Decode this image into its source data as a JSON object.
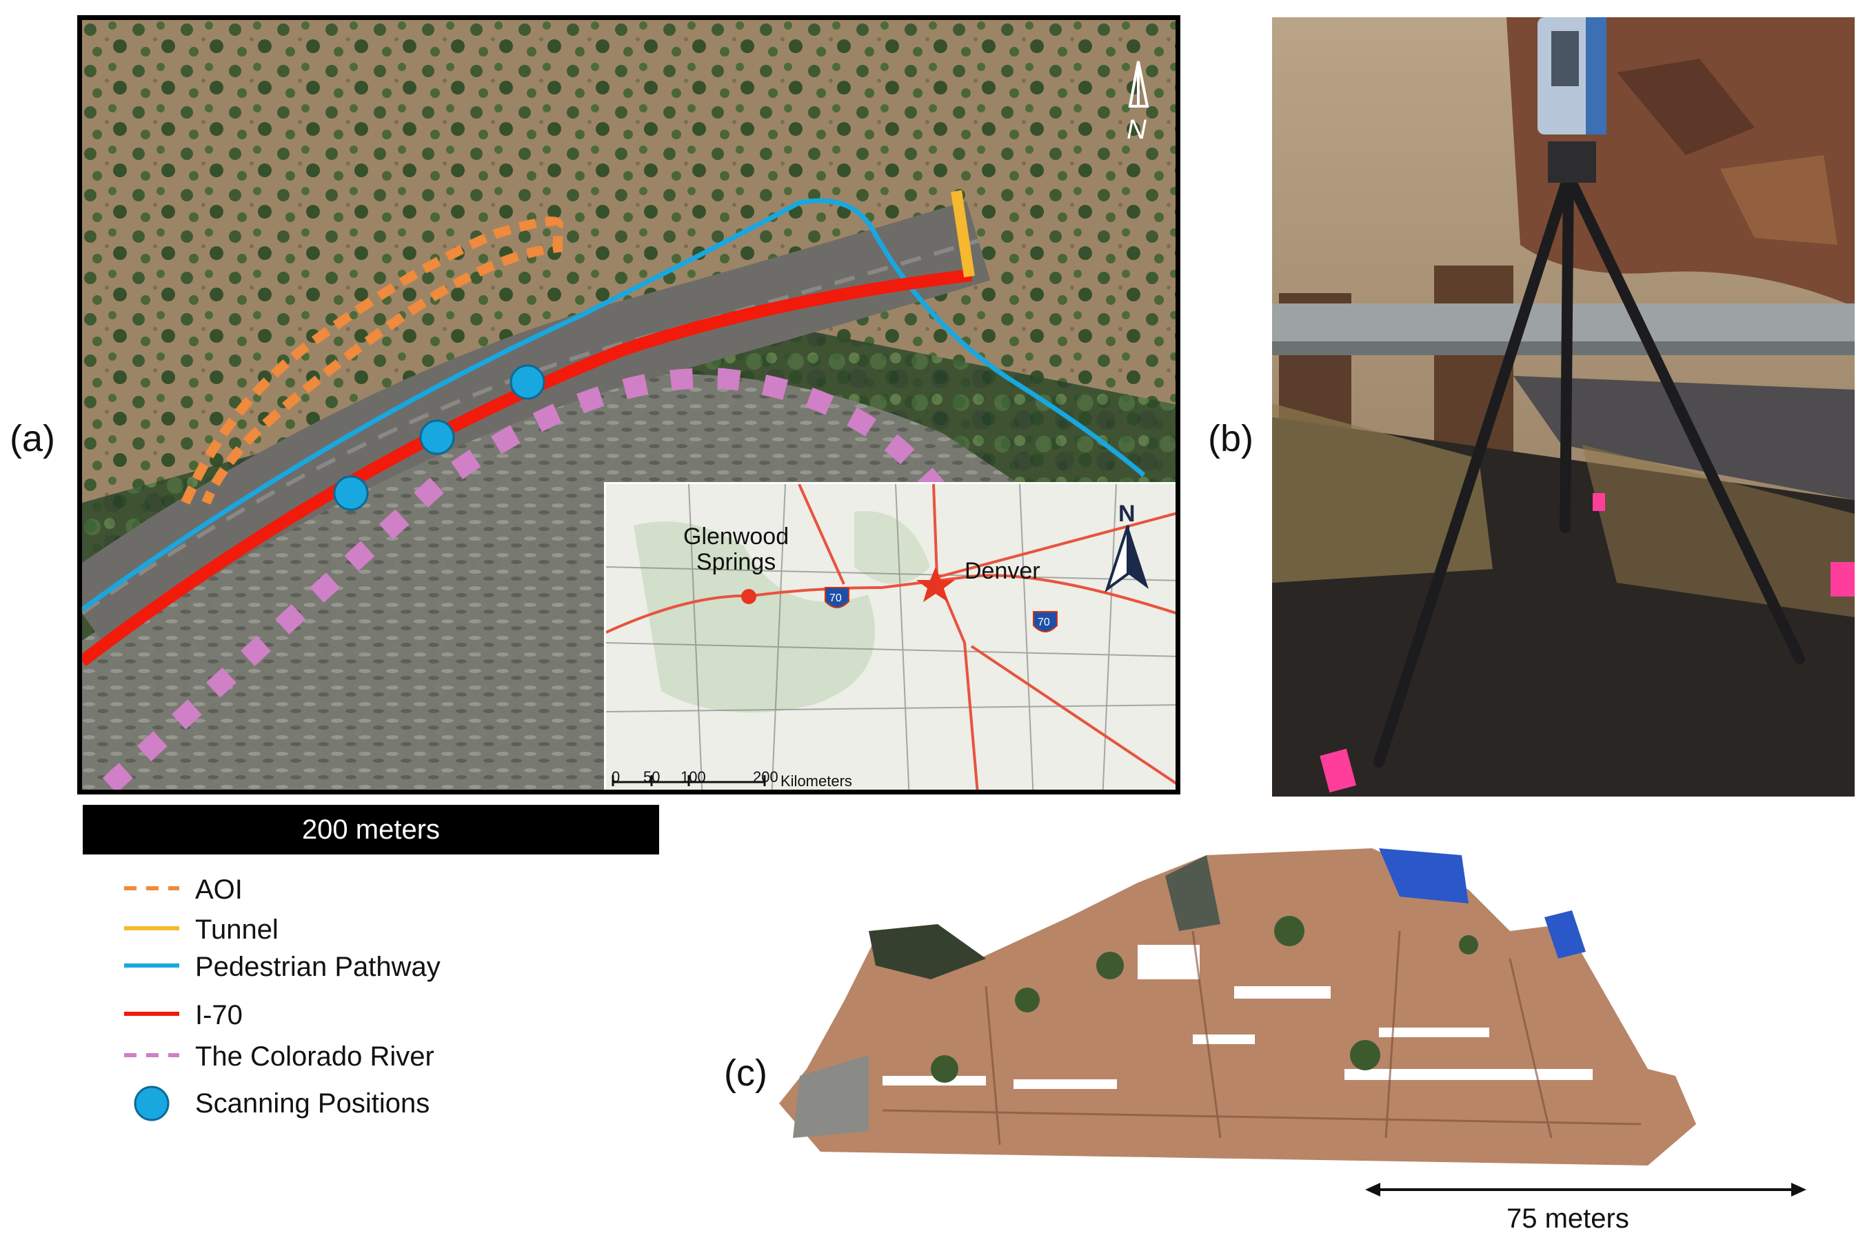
{
  "panel_labels": {
    "a": "(a)",
    "b": "(b)",
    "c": "(c)"
  },
  "map": {
    "north_arrow_small": "N",
    "scale_bar": "200 meters",
    "inset": {
      "city_1_line1": "Glenwood",
      "city_1_line2": "Springs",
      "city_2": "Denver",
      "north_label": "N",
      "interstate_shields": [
        "70",
        "70"
      ],
      "scale_ticks": [
        "0",
        "50",
        "100",
        "200"
      ],
      "scale_unit": "Kilometers"
    }
  },
  "legend": {
    "items": [
      {
        "label": "AOI",
        "color": "#f08a3c",
        "style": "dashed"
      },
      {
        "label": "Tunnel",
        "color": "#f5b82e",
        "style": "solid"
      },
      {
        "label": "Pedestrian Pathway",
        "color": "#19a7e0",
        "style": "solid"
      },
      {
        "label": "I-70",
        "color": "#f21a0a",
        "style": "solid"
      },
      {
        "label": "The Colorado River",
        "color": "#d080c6",
        "style": "dashed"
      },
      {
        "label": "Scanning Positions",
        "color": "#19a7e0",
        "style": "circle"
      }
    ]
  },
  "point_cloud_scale": "75 meters"
}
